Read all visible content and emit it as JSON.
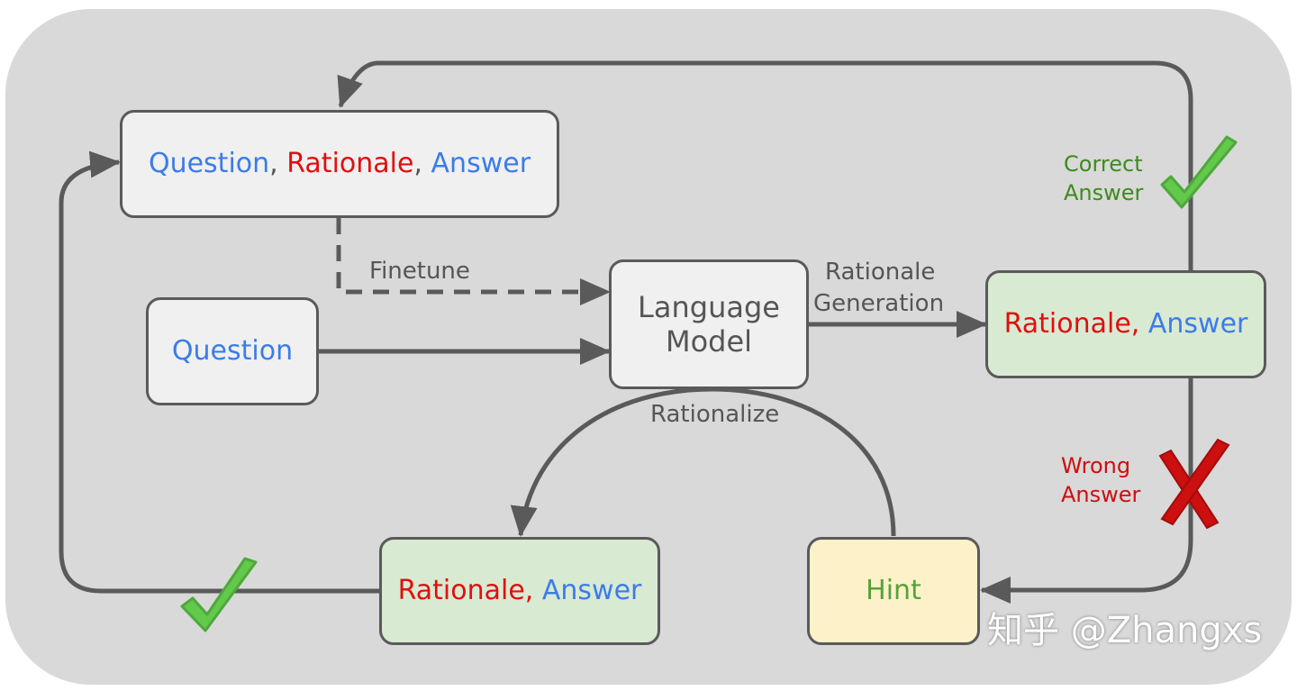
{
  "nodes": {
    "top_qra": {
      "question": "Question",
      "rationale": "Rationale",
      "answer": "Answer",
      "sep1": ", ",
      "sep2": ", "
    },
    "question": {
      "label": "Question"
    },
    "language_model": {
      "line1": "Language",
      "line2": "Model"
    },
    "generated_ra": {
      "rationale": "Rationale,",
      "answer": "Answer"
    },
    "rationalized_ra": {
      "rationale": "Rationale,",
      "answer": "Answer"
    },
    "hint": {
      "label": "Hint"
    }
  },
  "edge_labels": {
    "finetune": "Finetune",
    "rationale_generation_1": "Rationale",
    "rationale_generation_2": "Generation",
    "rationalize": "Rationalize",
    "correct_1": "Correct",
    "correct_2": "Answer",
    "wrong_1": "Wrong",
    "wrong_2": "Answer"
  },
  "watermark": "知乎 @Zhangxs",
  "colors": {
    "background_panel": "#d9d9d9",
    "node_gray": "#f0f0f0",
    "node_green": "#d9ead3",
    "node_yellow": "#fdf1c9",
    "stroke": "#5a5a5a",
    "blue_text": "#3b7ce8",
    "red_text": "#e0100f",
    "check_green": "#62c94a",
    "cross_red": "#cc0f0f"
  },
  "icons": [
    "checkmark-icon",
    "checkmark-icon",
    "cross-icon"
  ]
}
